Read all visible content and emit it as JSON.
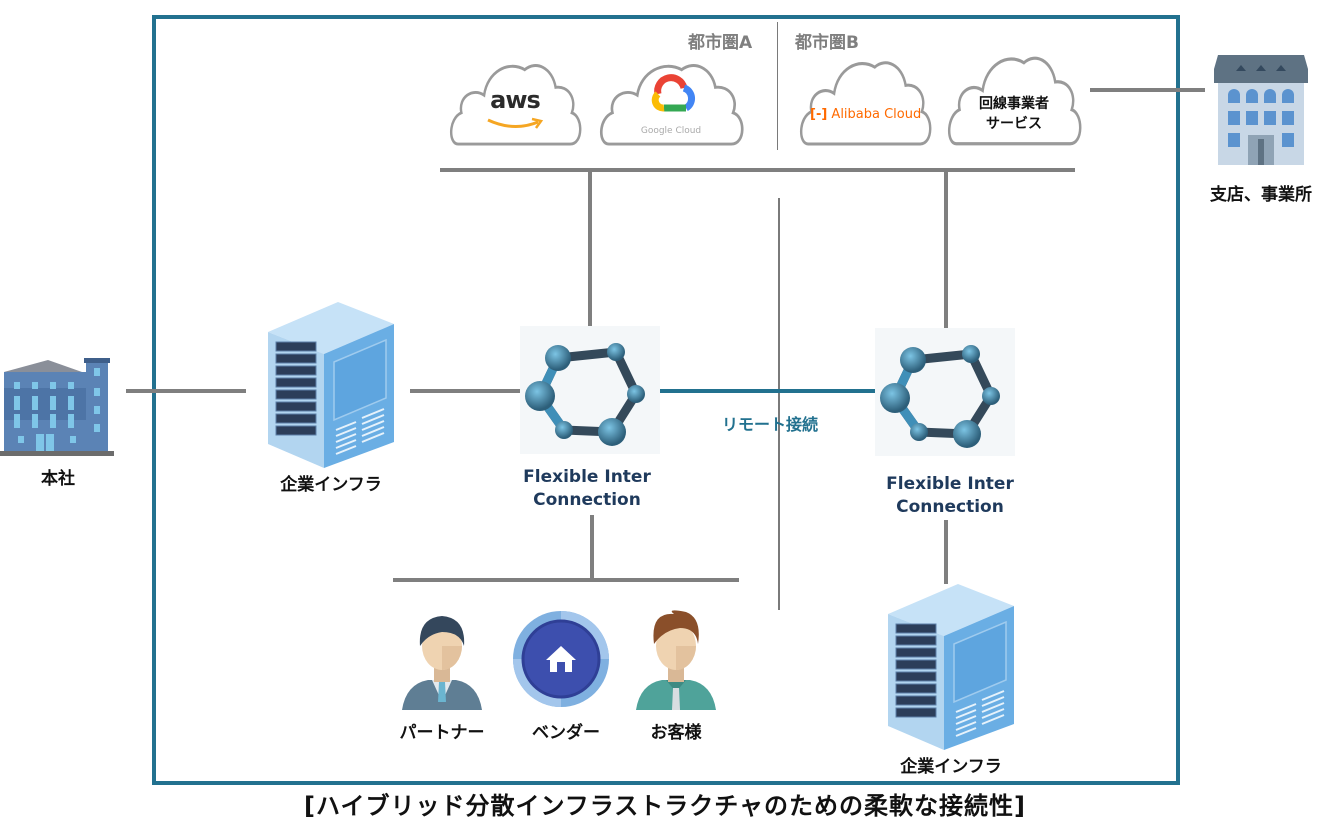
{
  "caption": "[ハイブリッド分散インフラストラクチャのための柔軟な接続性]",
  "colors": {
    "frame": "#22718f",
    "connector": "#7f7f7f",
    "remote_link": "#22718f",
    "fic_label": "#1f3a5c",
    "alibaba": "#ff6a00"
  },
  "regions": {
    "a": "都市圏A",
    "b": "都市圏B"
  },
  "clouds": [
    {
      "name": "aws",
      "text": "aws",
      "icon": "aws-logo"
    },
    {
      "name": "google-cloud",
      "text": "Google Cloud",
      "icon": "google-cloud-logo"
    },
    {
      "name": "alibaba-cloud",
      "text": "Alibaba Cloud",
      "icon": "alibaba-cloud-logo"
    },
    {
      "name": "carrier-service",
      "line1": "回線事業者",
      "line2": "サービス",
      "icon": "cloud-icon"
    }
  ],
  "nodes": {
    "headquarters": {
      "label": "本社",
      "icon": "building-icon"
    },
    "branch": {
      "label": "支店、事業所",
      "icon": "office-building-icon"
    },
    "infra_left": {
      "label": "企業インフラ",
      "icon": "server-rack-icon"
    },
    "infra_right": {
      "label": "企業インフラ",
      "icon": "server-rack-icon"
    },
    "fic_left": {
      "line1": "Flexible Inter",
      "line2": "Connection",
      "icon": "network-hexagon-icon"
    },
    "fic_right": {
      "line1": "Flexible Inter",
      "line2": "Connection",
      "icon": "network-hexagon-icon"
    },
    "remote_link": "リモート接続"
  },
  "parties": [
    {
      "label": "パートナー",
      "icon": "businessman-icon"
    },
    {
      "label": "ベンダー",
      "icon": "home-badge-icon"
    },
    {
      "label": "お客様",
      "icon": "customer-icon"
    }
  ]
}
